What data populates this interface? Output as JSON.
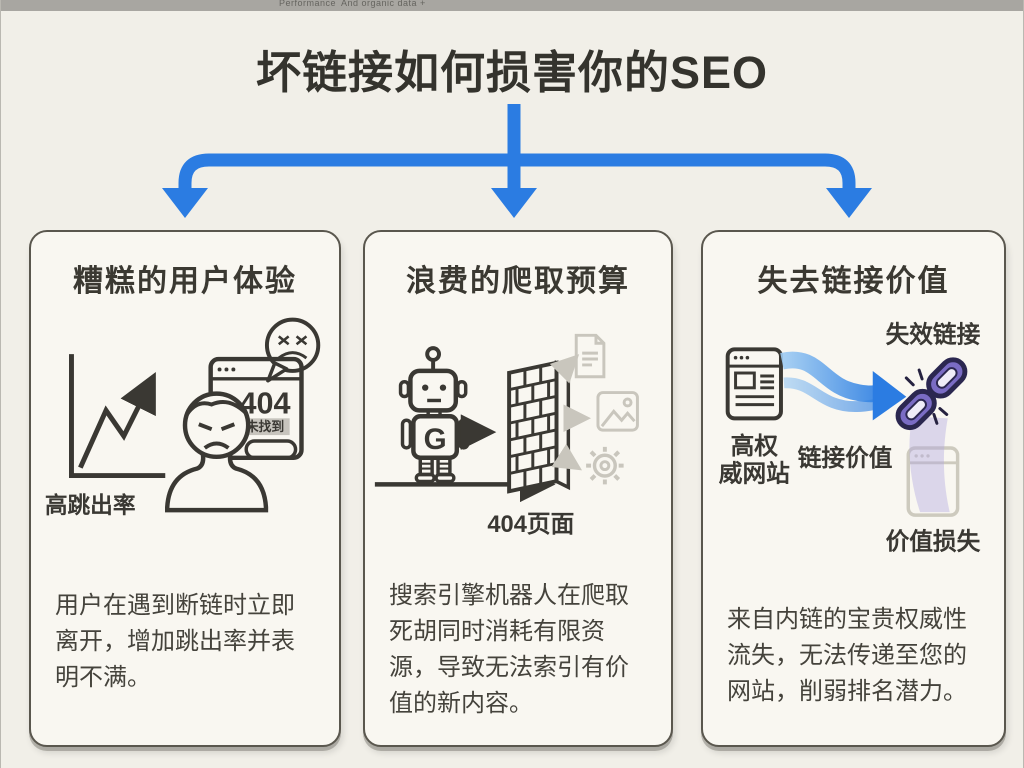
{
  "browser_chrome": {
    "left_text": "Performance",
    "right_text": "And organic data +"
  },
  "title": "坏链接如何损害你的SEO",
  "colors": {
    "background": "#f1efe8",
    "card_bg": "#f9f7f1",
    "card_border": "#5a574e",
    "ink": "#3a3833",
    "arrow_blue": "#2b7ce2",
    "g_blue": "#4285f4",
    "chain_purple": "#7a6cc4",
    "faded": "#c9c6bd"
  },
  "cards": [
    {
      "title": "糟糕的用户体验",
      "bounce_label": "高跳出率",
      "error_code": "404",
      "error_text": "未找到",
      "description": "用户在遇到断链时立即离开，增加跳出率并表明不满。"
    },
    {
      "title": "浪费的爬取预算",
      "robot_letter": "G",
      "caption": "404页面",
      "description": "搜索引擎机器人在爬取死胡同时消耗有限资源，导致无法索引有价值的新内容。"
    },
    {
      "title": "失去链接价值",
      "broken_label": "失效链接",
      "source_label_line1": "高权",
      "source_label_line2": "威网站",
      "flow_label": "链接价值",
      "loss_label": "价值损失",
      "description": "来自内链的宝贵权威性流失，无法传递至您的网站，削弱排名潜力。"
    }
  ]
}
